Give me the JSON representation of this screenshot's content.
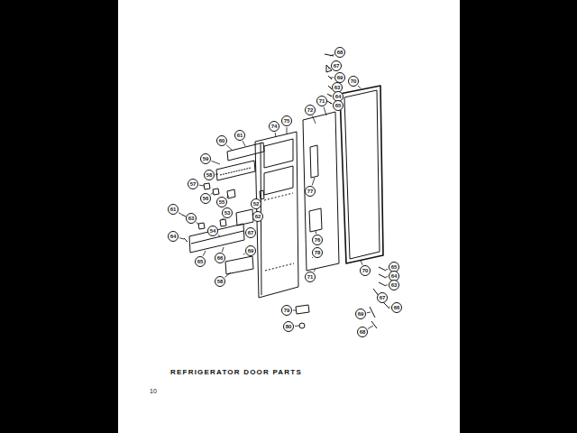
{
  "diagram": {
    "caption": "REFRIGERATOR DOOR PARTS",
    "labels": [
      "68",
      "67",
      "69",
      "63",
      "64",
      "65",
      "70",
      "71",
      "72",
      "75",
      "74",
      "77",
      "76",
      "78",
      "71",
      "70",
      "65",
      "64",
      "63",
      "67",
      "66",
      "69",
      "68",
      "79",
      "80",
      "60",
      "61",
      "59",
      "58",
      "57",
      "56",
      "55",
      "52",
      "62",
      "53",
      "61",
      "63",
      "64",
      "54",
      "65",
      "66",
      "67",
      "69",
      "58",
      "10"
    ]
  }
}
